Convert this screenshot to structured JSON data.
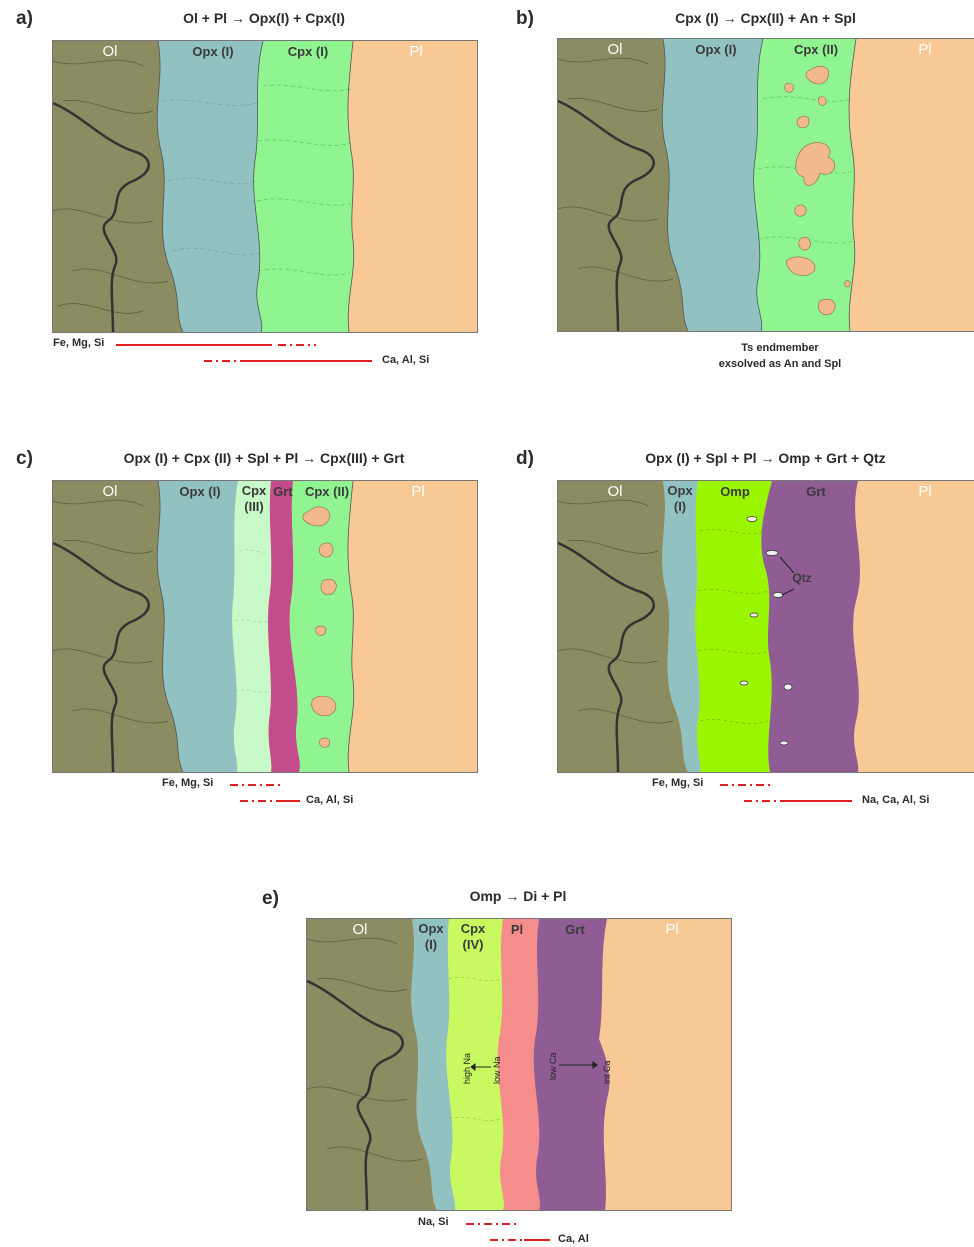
{
  "panels": {
    "a": {
      "label": "a)",
      "title": "Ol + Pl → Opx(I) + Cpx(I)",
      "phases": [
        "Ol",
        "Opx (I)",
        "Cpx (I)",
        "Pl"
      ],
      "flux": [
        "Fe, Mg, Si",
        "Ca, Al, Si"
      ]
    },
    "b": {
      "label": "b)",
      "title": "Cpx (I) → Cpx(II) + An + Spl",
      "phases": [
        "Ol",
        "Opx (I)",
        "Cpx (II)",
        "Pl"
      ],
      "caption": [
        "Ts endmember",
        "exsolved as An and Spl"
      ]
    },
    "c": {
      "label": "c)",
      "title": "Opx (I) + Cpx (II) + Spl + Pl → Cpx(III) + Grt",
      "phases": [
        "Ol",
        "Opx (I)",
        "Cpx",
        "(III)",
        "Grt",
        "Cpx (II)",
        "Pl"
      ],
      "flux": [
        "Fe, Mg, Si",
        "Ca, Al, Si"
      ]
    },
    "d": {
      "label": "d)",
      "title": "Opx (I) + Spl + Pl → Omp + Grt + Qtz",
      "phases": [
        "Ol",
        "Opx",
        "(I)",
        "Omp",
        "Grt",
        "Pl",
        "Qtz"
      ],
      "flux": [
        "Fe, Mg, Si",
        "Na, Ca, Al, Si"
      ]
    },
    "e": {
      "label": "e)",
      "title": "Omp → Di + Pl",
      "phases": [
        "Ol",
        "Opx",
        "(I)",
        "Cpx",
        "(IV)",
        "Pl",
        "Grt",
        "Pl"
      ],
      "annotations": [
        "high Na",
        "low Na",
        "low Ca",
        "int Ca"
      ],
      "flux": [
        "Na, Si",
        "Ca, Al"
      ]
    }
  },
  "colors": {
    "olivine": "#8c8c62",
    "opx": "#92c1c1",
    "cpx_I": "#90f590",
    "cpx_III": "#c8f9c8",
    "plagioclase": "#f8c995",
    "garnet_c": "#c44b8c",
    "omphacite": "#99f500",
    "garnet": "#8f5c94",
    "cpx_IV": "#c8f960",
    "pl_e": "#f58d8d",
    "spinel": "#f2b98e",
    "flux_arrow": "#e02020"
  }
}
